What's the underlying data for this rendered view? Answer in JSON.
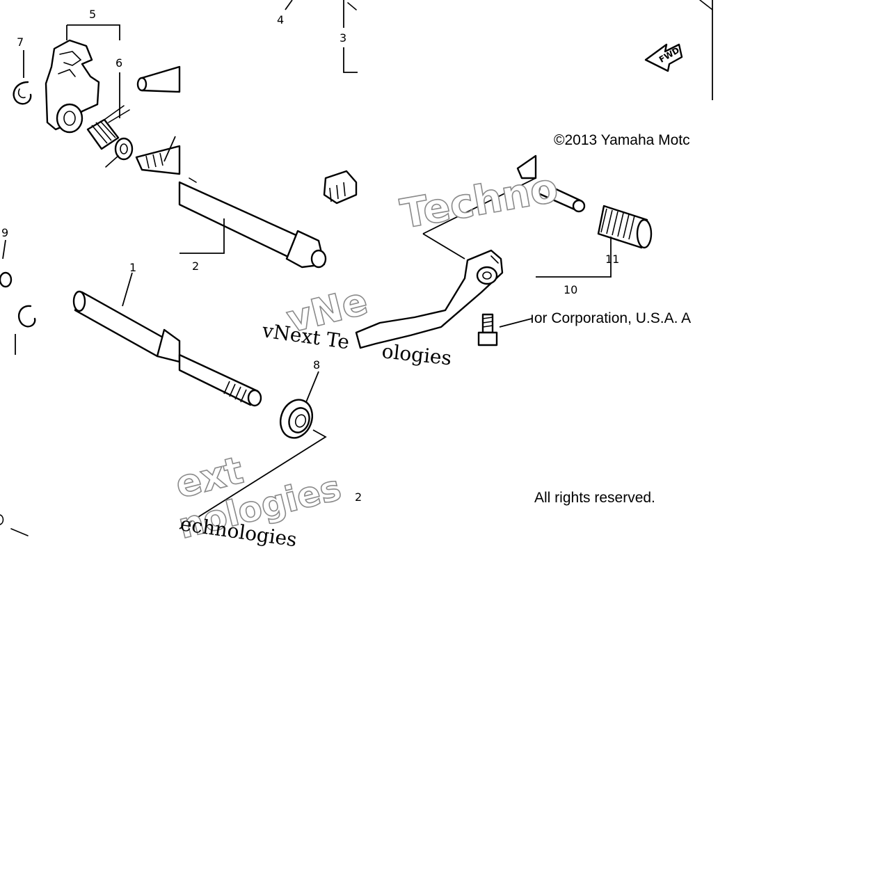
{
  "diagram": {
    "callouts": [
      "1",
      "2",
      "3",
      "4",
      "5",
      "6",
      "7",
      "8",
      "9",
      "10",
      "11",
      "2"
    ],
    "fwd_arrow_label": "FWD",
    "copyright_line_1": "©2013 Yamaha Motc",
    "copyright_line_2": "ıor Corporation, U.S.A. A",
    "copyright_line_3": "All rights reserved.",
    "watermarks": {
      "w1": "Techno",
      "w2": "vNe",
      "w3": "vNext Te",
      "w4": "ologies",
      "w5": "ext",
      "w6": "nologies",
      "w7": "echnologies"
    }
  }
}
